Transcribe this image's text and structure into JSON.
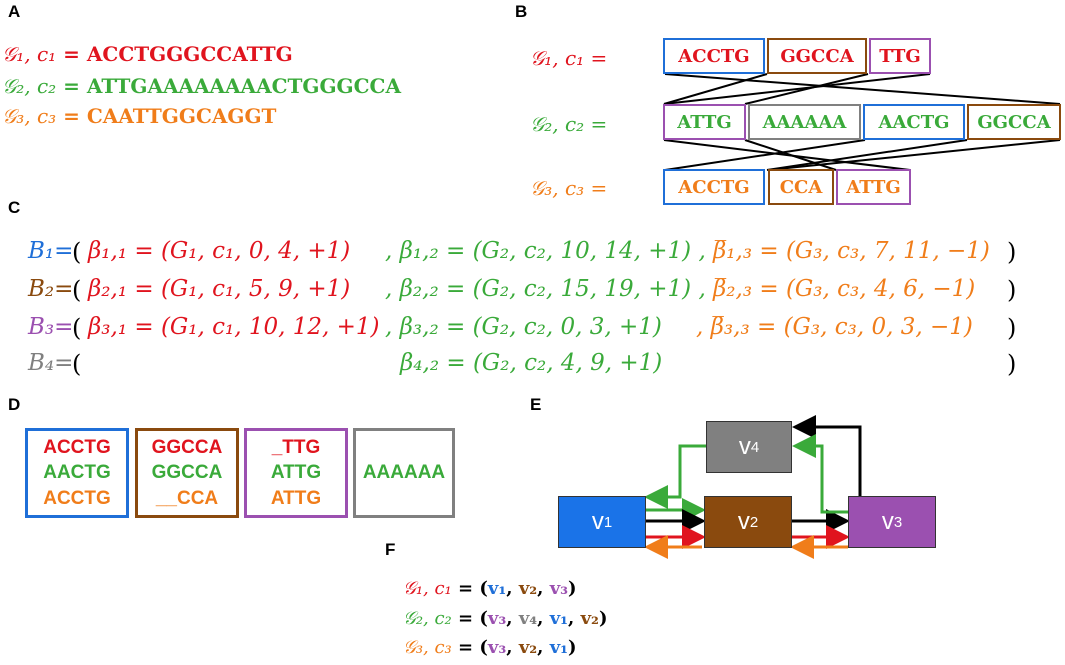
{
  "panels": {
    "a": "A",
    "b": "B",
    "c": "C",
    "d": "D",
    "e": "E",
    "f": "F"
  },
  "colors": {
    "red": "#e0141e",
    "green": "#3aaa3a",
    "orange": "#f07d1a",
    "blue": "#1f6fd8",
    "brown": "#8a4a0e",
    "purple": "#9b50b0",
    "gray": "#808080"
  },
  "panelA": {
    "rows": [
      {
        "lhs": "𝒢₁, c₁",
        "eq": " = ",
        "seq": "ACCTGGGCCATTG"
      },
      {
        "lhs": "𝒢₂, c₂",
        "eq": " = ",
        "seq": "ATTGAAAAAAAACTGGGCCA"
      },
      {
        "lhs": "𝒢₃, c₃",
        "eq": " = ",
        "seq": "CAATTGGCAGGT"
      }
    ]
  },
  "panelB": {
    "labels": [
      "𝒢₁, c₁  =",
      "𝒢₂, c₂  =",
      "𝒢₃, c₃  ="
    ],
    "row1": [
      "ACCTG",
      "GGCCA",
      "TTG"
    ],
    "row2": [
      "ATTG",
      "AAAAAA",
      "AACTG",
      "GGCCA"
    ],
    "row3": [
      "ACCTG",
      "CCA",
      "ATTG"
    ]
  },
  "panelC": {
    "open": "(",
    "close": ")",
    "rows": [
      {
        "b": "B₁=",
        "c1": "β₁,₁ = (G₁, c₁, 0, 4, +1)",
        "c2": ", β₁,₂ = (G₂, c₂, 10, 14, +1) ,",
        "c3": "β̅₁,₃ = (G₃, c₃, 7, 11, −1)"
      },
      {
        "b": "B₂=",
        "c1": "β₂,₁ = (G₁, c₁, 5, 9, +1)",
        "c2": ", β₂,₂ = (G₂, c₂, 15, 19, +1) ,",
        "c3": "β̅₂,₃ = (G₃, c₃, 4, 6, −1)"
      },
      {
        "b": "B₃=",
        "c1": "β₃,₁ = (G₁, c₁, 10, 12, +1)",
        "c2": ", β₃,₂ = (G₂, c₂, 0, 3, +1)",
        "c3": ", β̅₃,₃ = (G₃, c₃, 0, 3, −1)"
      },
      {
        "b": "B₄=",
        "c1": "",
        "c2": "β₄,₂ = (G₂, c₂, 4, 9, +1)",
        "c3": ""
      }
    ]
  },
  "panelD": {
    "boxes": [
      [
        "ACCTG",
        "AACTG",
        "ACCTG"
      ],
      [
        "GGCCA",
        "GGCCA",
        "__CCA"
      ],
      [
        "_TTG",
        "ATTG",
        "ATTG"
      ],
      [
        "AAAAAA"
      ]
    ]
  },
  "panelE": {
    "nodes": [
      {
        "base": "v",
        "sub": "1"
      },
      {
        "base": "v",
        "sub": "2"
      },
      {
        "base": "v",
        "sub": "3"
      },
      {
        "base": "v",
        "sub": "4"
      }
    ]
  },
  "panelF": {
    "rows": [
      {
        "lhs": "𝒢₁, c₁",
        "eq": " = (",
        "seq": [
          "v₁",
          "v₂",
          "v₃"
        ],
        "end": ")"
      },
      {
        "lhs": "𝒢₂, c₂",
        "eq": " = (",
        "seq": [
          "v₃",
          "v₄",
          "v₁",
          "v₂"
        ],
        "end": ")"
      },
      {
        "lhs": "𝒢₃, c₃",
        "eq": " = (",
        "seq": [
          "v₃",
          "v₂",
          "v₁"
        ],
        "end": ")"
      }
    ]
  }
}
